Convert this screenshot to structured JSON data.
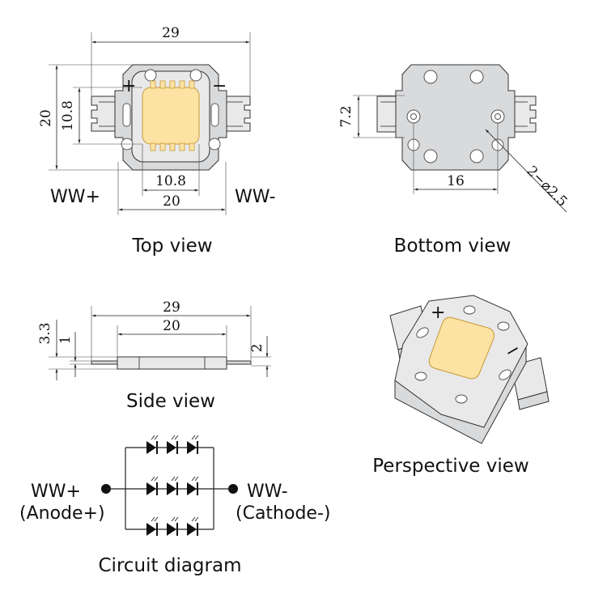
{
  "top_view": {
    "caption": "Top view",
    "dim_width_total": "29",
    "dim_height_total": "20",
    "dim_chip_height": "10.8",
    "dim_chip_width": "10.8",
    "dim_body_width": "20",
    "label_plus": "+",
    "label_minus": "−",
    "terminal_left": "WW+",
    "terminal_right": "WW-"
  },
  "bottom_view": {
    "caption": "Bottom view",
    "dim_height": "7.2",
    "dim_width": "16",
    "dim_hole": "2−⌀2.5"
  },
  "side_view": {
    "caption": "Side view",
    "dim_total_width": "29",
    "dim_body_width": "20",
    "dim_height_total": "3.3",
    "dim_height_lead": "1",
    "dim_height_right": "2"
  },
  "perspective_view": {
    "caption": "Perspective view",
    "label_plus": "+",
    "label_minus": "−"
  },
  "circuit": {
    "caption": "Circuit diagram",
    "left_terminal": "WW+",
    "left_note": "(Anode+)",
    "right_terminal": "WW-",
    "right_note": "(Cathode-)"
  },
  "colors": {
    "chip": "#fce3a3",
    "body": "#d9dadc",
    "pad": "#e9e9ea"
  }
}
